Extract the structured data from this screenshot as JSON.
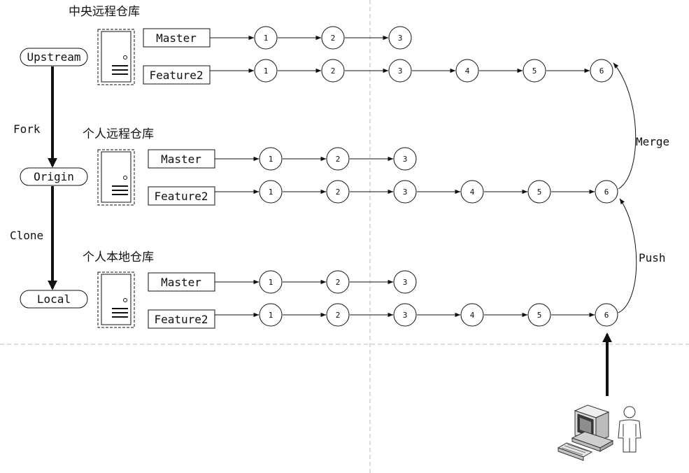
{
  "repos": [
    {
      "title": "中央远程仓库",
      "node": "Upstream",
      "branches": [
        {
          "name": "Master",
          "commits": [
            "1",
            "2",
            "3"
          ]
        },
        {
          "name": "Feature2",
          "commits": [
            "1",
            "2",
            "3",
            "4",
            "5",
            "6"
          ]
        }
      ]
    },
    {
      "title": "个人远程仓库",
      "node": "Origin",
      "branches": [
        {
          "name": "Master",
          "commits": [
            "1",
            "2",
            "3"
          ]
        },
        {
          "name": "Feature2",
          "commits": [
            "1",
            "2",
            "3",
            "4",
            "5",
            "6"
          ]
        }
      ]
    },
    {
      "title": "个人本地仓库",
      "node": "Local",
      "branches": [
        {
          "name": "Master",
          "commits": [
            "1",
            "2",
            "3"
          ]
        },
        {
          "name": "Feature2",
          "commits": [
            "1",
            "2",
            "3",
            "4",
            "5",
            "6"
          ]
        }
      ]
    }
  ],
  "flow": {
    "fork_label": "Fork",
    "clone_label": "Clone",
    "merge_label": "Merge",
    "push_label": "Push"
  },
  "icons": {
    "repo": "server-icon",
    "developer_computer": "computer-icon",
    "developer_person": "person-icon"
  },
  "colors": {
    "line": "#111111",
    "divider": "#bbbbbb",
    "computer_body": "#d9d9d9",
    "computer_screen": "#3b3b3b"
  }
}
